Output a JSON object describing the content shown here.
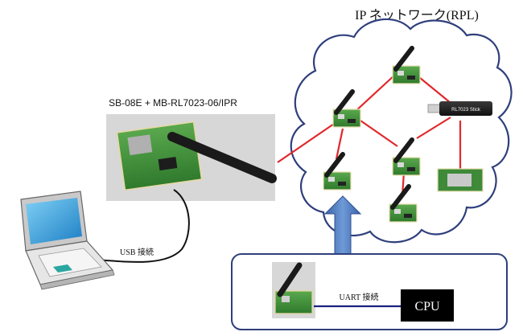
{
  "network_title": "IP ネットワーク(RPL)",
  "gateway_label": "SB-08E + MB-RL7023-06/IPR",
  "usb_label": "USB 接続",
  "uart_label": "UART 接続",
  "cpu_label": "CPU",
  "stick_label": "RL7023 Stick",
  "colors": {
    "red_link": "#e0282c",
    "blue_link": "#1a237e",
    "arrow_blue": "#4a78c0",
    "cloud_stroke": "#2f3f7c",
    "pcb_green": "#3f8a3a"
  }
}
